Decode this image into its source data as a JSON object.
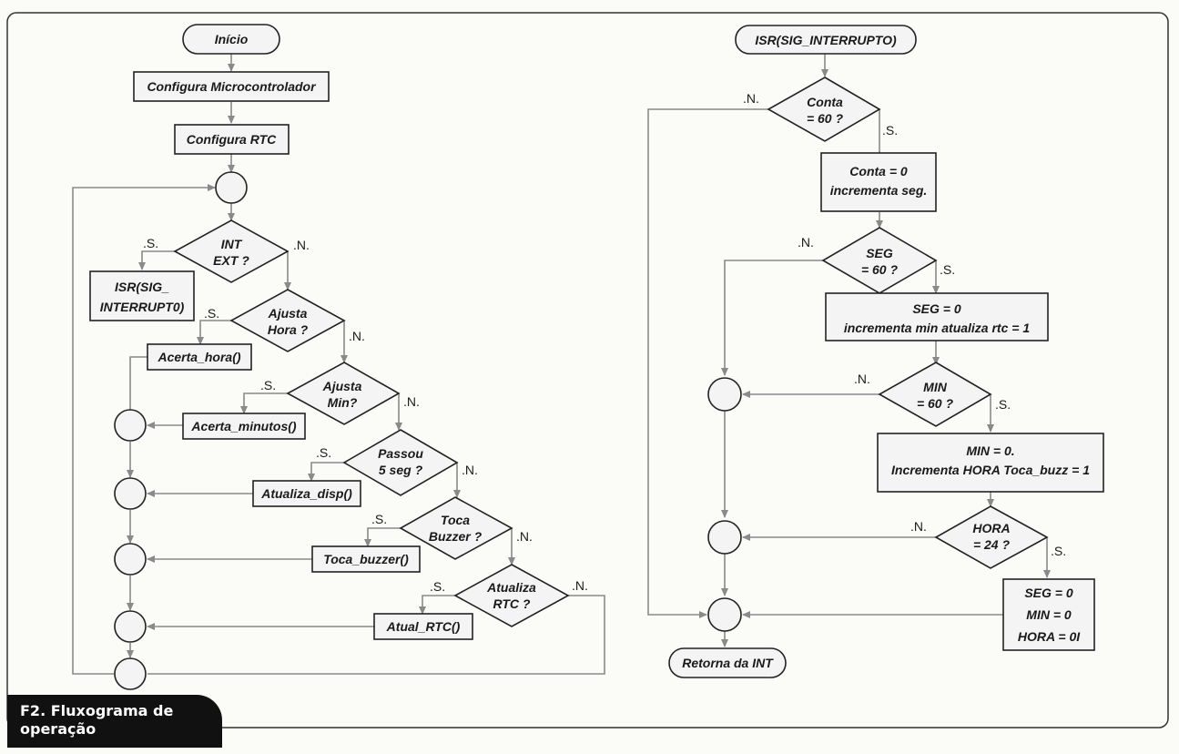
{
  "caption": {
    "line1": "F2. Fluxograma de",
    "line2": "operação"
  },
  "left": {
    "start": "Início",
    "config_micro": "Configura Microcontrolador",
    "config_rtc": "Configura RTC",
    "d_int": [
      "INT",
      "EXT ?"
    ],
    "isr_box": [
      "ISR(SIG_",
      "INTERRUPT0)"
    ],
    "d_ajusta_hora": [
      "Ajusta",
      "Hora ?"
    ],
    "acerta_hora": "Acerta_hora()",
    "d_ajusta_min": [
      "Ajusta",
      "Min?"
    ],
    "acerta_min": "Acerta_minutos()",
    "d_passou": [
      "Passou",
      "5 seg ?"
    ],
    "atualiza_disp": "Atualiza_disp()",
    "d_toca": [
      "Toca",
      "Buzzer ?"
    ],
    "toca_buzzer": "Toca_buzzer()",
    "d_atualiza_rtc": [
      "Atualiza",
      "RTC ?"
    ],
    "atual_rtc": "Atual_RTC()"
  },
  "right": {
    "start": "ISR(SIG_INTERRUPTO)",
    "d_conta": [
      "Conta",
      "= 60 ?"
    ],
    "box_conta": [
      "Conta = 0",
      "incrementa seg."
    ],
    "d_seg": [
      "SEG",
      "= 60 ?"
    ],
    "box_seg": [
      "SEG = 0",
      "incrementa min atualiza rtc = 1"
    ],
    "d_min": [
      "MIN",
      "= 60 ?"
    ],
    "box_min": [
      "MIN = 0.",
      "Incrementa HORA Toca_buzz = 1"
    ],
    "d_hora": [
      "HORA",
      "= 24 ?"
    ],
    "box_hora": [
      "SEG = 0",
      "MIN = 0",
      "HORA = 0I"
    ],
    "end": "Retorna da INT"
  },
  "labels": {
    "yes": ".S.",
    "no": ".N."
  },
  "colors": {
    "line": "#222222",
    "arrow": "#8a8a8a",
    "box_fill": "#f4f4f4",
    "caption_bg": "#111111"
  }
}
